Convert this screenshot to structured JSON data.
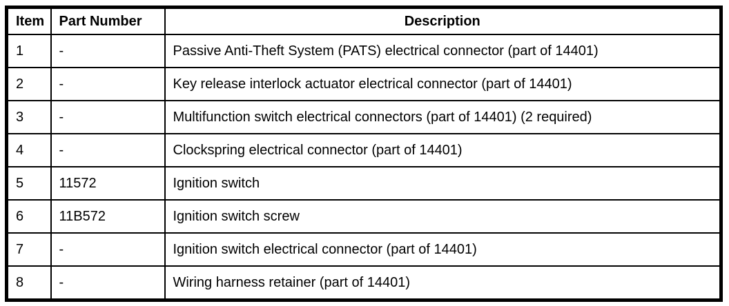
{
  "table": {
    "border_color": "#000000",
    "background_color": "#ffffff",
    "columns": [
      {
        "label": "Item"
      },
      {
        "label": "Part Number"
      },
      {
        "label": "Description"
      }
    ],
    "rows": [
      {
        "item": "1",
        "part_number": "-",
        "description": "Passive Anti-Theft System (PATS) electrical connector (part of 14401)"
      },
      {
        "item": "2",
        "part_number": "-",
        "description": "Key release interlock actuator electrical connector (part of 14401)"
      },
      {
        "item": "3",
        "part_number": "-",
        "description": "Multifunction switch electrical connectors (part of 14401) (2 required)"
      },
      {
        "item": "4",
        "part_number": "-",
        "description": "Clockspring electrical connector (part of 14401)"
      },
      {
        "item": "5",
        "part_number": "11572",
        "description": "Ignition switch"
      },
      {
        "item": "6",
        "part_number": "11B572",
        "description": "Ignition switch screw"
      },
      {
        "item": "7",
        "part_number": "-",
        "description": "Ignition switch electrical connector (part of 14401)"
      },
      {
        "item": "8",
        "part_number": "-",
        "description": "Wiring harness retainer (part of 14401)"
      }
    ]
  }
}
